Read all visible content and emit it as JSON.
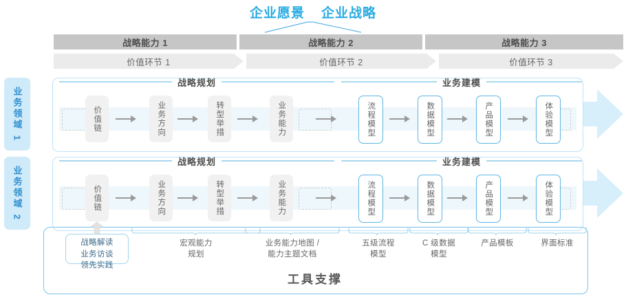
{
  "title": {
    "vision": "企业愿景",
    "strategy": "企业战略",
    "color": "#29abe2"
  },
  "capability_bars": [
    {
      "label": "战略能力 1"
    },
    {
      "label": "战略能力 2"
    },
    {
      "label": "战略能力 3"
    }
  ],
  "value_chevrons": [
    {
      "label": "价值环节 1"
    },
    {
      "label": "价值环节 2"
    },
    {
      "label": "价值环节 3"
    }
  ],
  "domains": [
    {
      "label": "业务领域 1"
    },
    {
      "label": "业务领域 2"
    }
  ],
  "sections": {
    "planning": "战略规划",
    "modeling": "业务建模"
  },
  "nodes": {
    "planning": [
      {
        "label": "价值链",
        "style": "gray"
      },
      {
        "label": "业务方向",
        "style": "gray"
      },
      {
        "label": "转型举措",
        "style": "gray"
      },
      {
        "label": "业务能力",
        "style": "gray"
      }
    ],
    "modeling": [
      {
        "label": "流程模型",
        "style": "blue"
      },
      {
        "label": "数据模型",
        "style": "blue"
      },
      {
        "label": "产品模型",
        "style": "blue"
      },
      {
        "label": "体验模型",
        "style": "blue"
      }
    ]
  },
  "annotations": {
    "input_box": "战略解读\n业务访谈\n领先实践",
    "input_box_lines": [
      "战略解读",
      "业务访谈",
      "领先实践"
    ],
    "items": [
      {
        "line1": "宏观能力",
        "line2": "规划"
      },
      {
        "line1": "业务能力地图 /",
        "line2": "能力主题文档"
      },
      {
        "line1": "五级流程",
        "line2": "模型"
      },
      {
        "line1": "C 级数据",
        "line2": "模型"
      },
      {
        "line1": "产品模板",
        "line2": ""
      },
      {
        "line1": "界面标准",
        "line2": ""
      }
    ]
  },
  "footer": {
    "label": "工具支撑"
  },
  "colors": {
    "accent_blue": "#29abe2",
    "light_blue": "#cfeaf9",
    "bar_gray": "#c6c6c6",
    "chevron_gray": "#ebebeb",
    "node_gray": "#f1f1f1",
    "node_blue_border": "#5cb4e4"
  }
}
